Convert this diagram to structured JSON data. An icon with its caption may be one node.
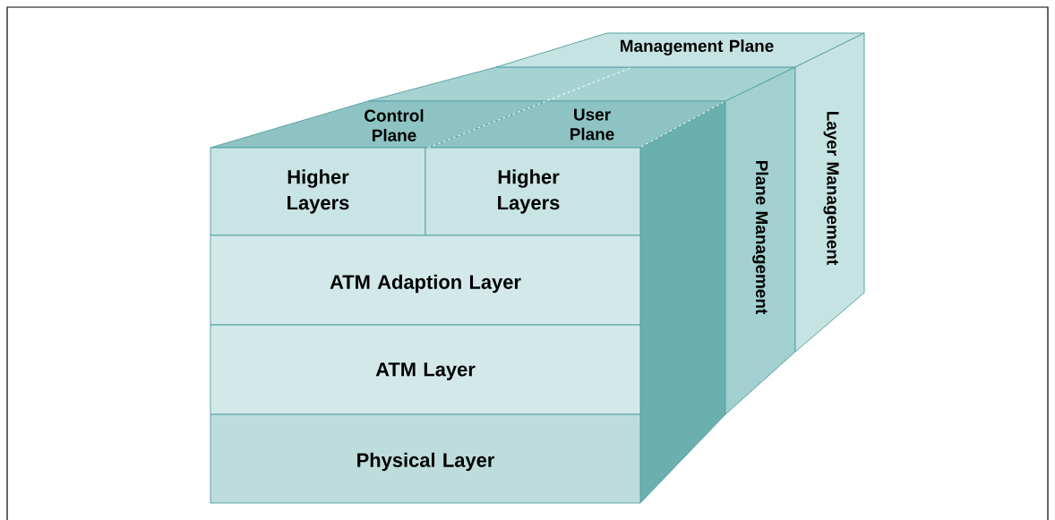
{
  "diagram": {
    "nodes": [
      {
        "text": [
          "Management Plane"
        ]
      },
      {
        "text": [
          "Control Plane"
        ]
      },
      {
        "text": [
          "User Plane"
        ]
      },
      {
        "text": [
          "Higher Layers"
        ]
      },
      {
        "text": [
          "Higher Layers"
        ]
      },
      {
        "text": [
          "ATM Adaption Layer"
        ]
      },
      {
        "text": [
          "ATM Layer"
        ]
      },
      {
        "text": [
          "Physical Layer"
        ]
      },
      {
        "text": [
          "Plane Management"
        ]
      },
      {
        "text": [
          "Layer Management"
        ]
      }
    ]
  }
}
